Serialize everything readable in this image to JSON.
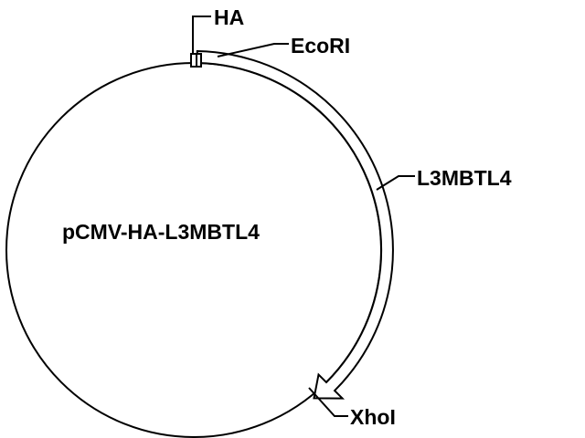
{
  "plasmid": {
    "name": "pCMV-HA-L3MBTL4"
  },
  "features": {
    "ha": {
      "label": "HA"
    },
    "insert": {
      "label": "L3MBTL4"
    }
  },
  "sites": {
    "ecori": {
      "label": "EcoRI"
    },
    "xhoi": {
      "label": "XhoI"
    }
  },
  "colors": {
    "stroke": "#000000",
    "background": "#ffffff"
  }
}
